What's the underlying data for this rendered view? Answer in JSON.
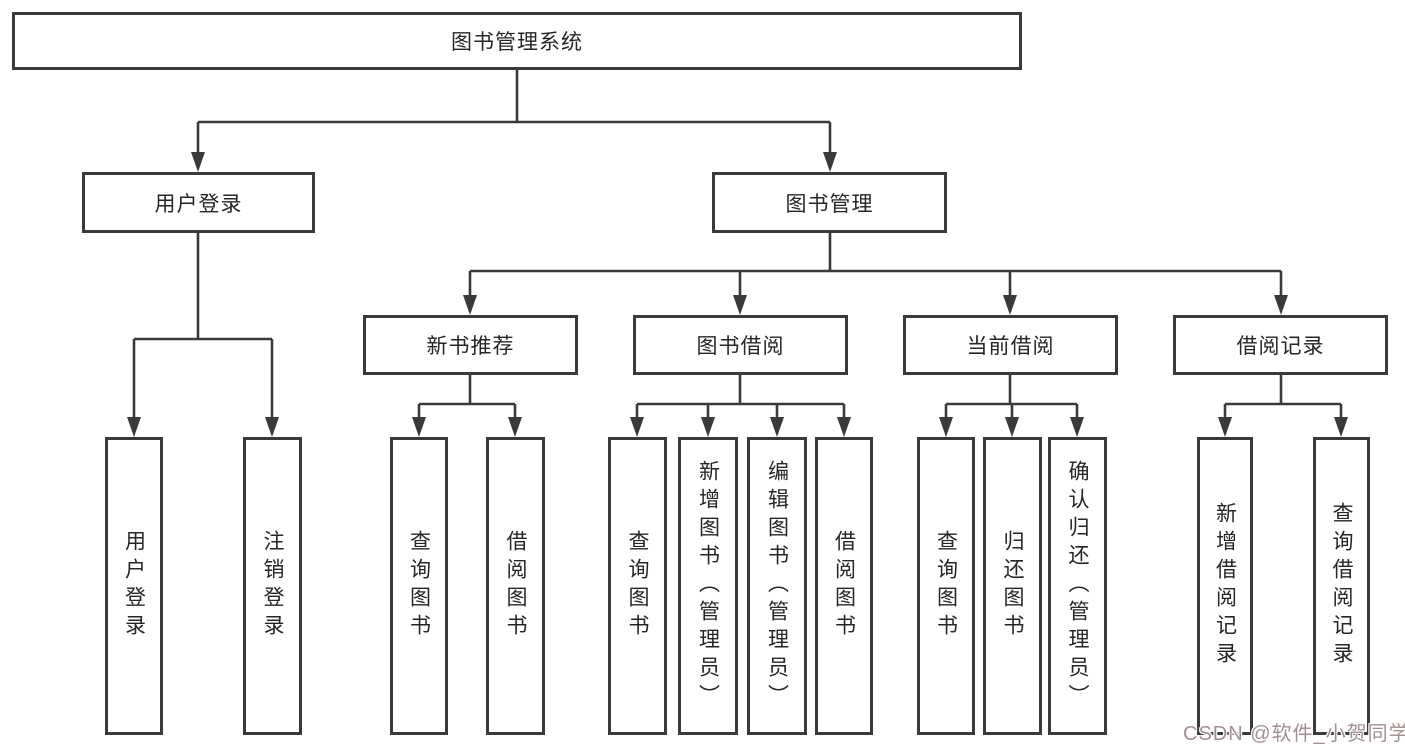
{
  "tree": {
    "label": "图书管理系统",
    "children": [
      {
        "label": "用户登录",
        "children": [
          {
            "label": "用户登录"
          },
          {
            "label": "注销登录"
          }
        ]
      },
      {
        "label": "图书管理",
        "children": [
          {
            "label": "新书推荐",
            "children": [
              {
                "label": "查询图书"
              },
              {
                "label": "借阅图书"
              }
            ]
          },
          {
            "label": "图书借阅",
            "children": [
              {
                "label": "查询图书"
              },
              {
                "label": "新增图书（管理员）"
              },
              {
                "label": "编辑图书（管理员）"
              },
              {
                "label": "借阅图书"
              }
            ]
          },
          {
            "label": "当前借阅",
            "children": [
              {
                "label": "查询图书"
              },
              {
                "label": "归还图书"
              },
              {
                "label": "确认归还（管理员）"
              }
            ]
          },
          {
            "label": "借阅记录",
            "children": [
              {
                "label": "新增借阅记录"
              },
              {
                "label": "查询借阅记录"
              }
            ]
          }
        ]
      }
    ]
  },
  "watermark": {
    "text": "CSDN @软件_小贺同学"
  },
  "colors": {
    "line": "#3a3a3a",
    "box_border": "#3a3a3a",
    "text": "#262626",
    "background": "#ffffff",
    "watermark": "#a38f8f"
  }
}
